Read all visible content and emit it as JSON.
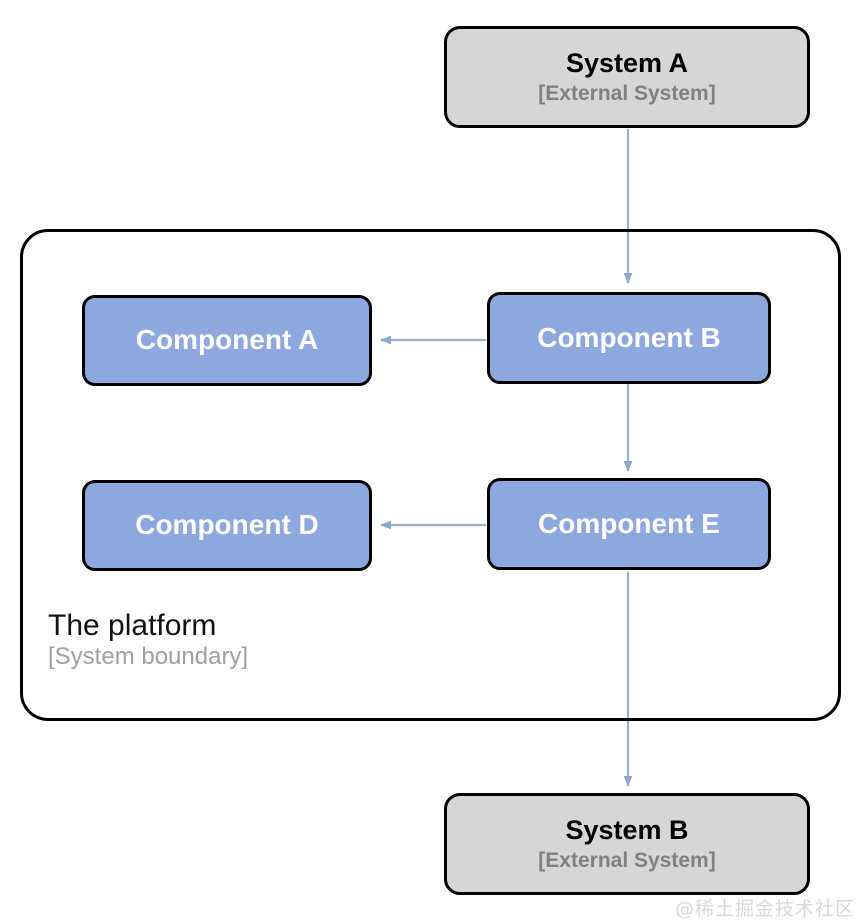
{
  "diagram": {
    "title": "C4 container-style architecture diagram",
    "colors": {
      "system_fill": "#d6d6d6",
      "component_fill": "#8ca8de",
      "border": "#000000",
      "edge": "#9bb0cf",
      "subtitle_gray": "#808080",
      "boundary_subtitle_gray": "#a0a0a0",
      "watermark": "#d9d9d9"
    },
    "boundary": {
      "label": "The platform",
      "sublabel": "[System boundary]"
    },
    "nodes": [
      {
        "id": "system-a",
        "title": "System A",
        "subtitle": "[External System]",
        "type": "system"
      },
      {
        "id": "component-a",
        "title": "Component A",
        "subtitle": "",
        "type": "component"
      },
      {
        "id": "component-b",
        "title": "Component B",
        "subtitle": "",
        "type": "component"
      },
      {
        "id": "component-d",
        "title": "Component D",
        "subtitle": "",
        "type": "component"
      },
      {
        "id": "component-e",
        "title": "Component E",
        "subtitle": "",
        "type": "component"
      },
      {
        "id": "system-b",
        "title": "System B",
        "subtitle": "[External System]",
        "type": "system"
      }
    ],
    "edges": [
      {
        "from": "system-a",
        "to": "component-b",
        "direction": "down",
        "label": ""
      },
      {
        "from": "component-b",
        "to": "component-a",
        "direction": "left",
        "label": ""
      },
      {
        "from": "component-b",
        "to": "component-e",
        "direction": "down",
        "label": ""
      },
      {
        "from": "component-e",
        "to": "component-d",
        "direction": "left",
        "label": ""
      },
      {
        "from": "component-e",
        "to": "system-b",
        "direction": "down",
        "label": ""
      }
    ],
    "watermark": "@稀土掘金技术社区"
  }
}
